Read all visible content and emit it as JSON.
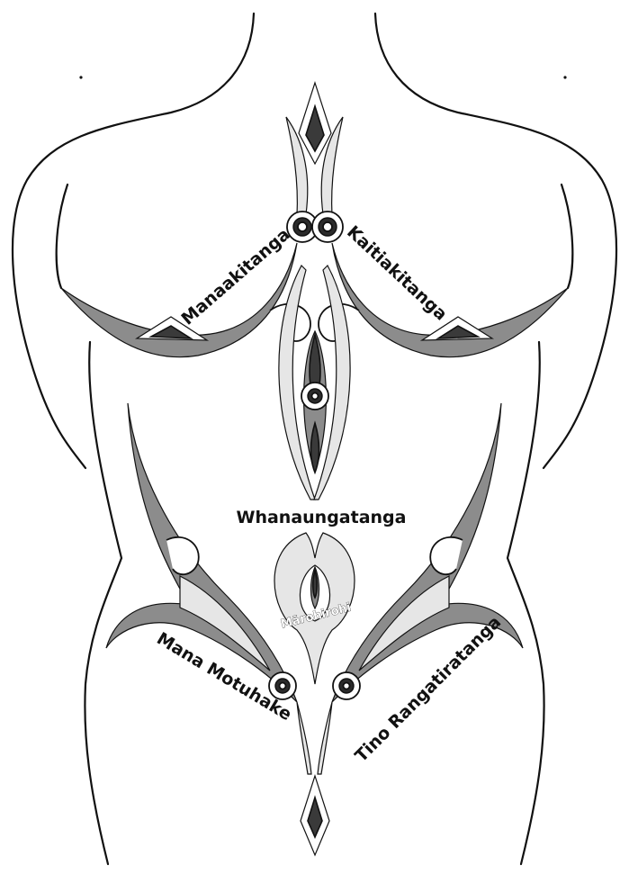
{
  "labels": {
    "manaakitanga": "Manaakitanga",
    "kaitiakitanga": "Kaitiakitanga",
    "whanaungatanga": "Whanaungatanga",
    "marohirohi": "Mārohirohi",
    "mana_motuhake": "Mana Motuhake",
    "tino_rangatiratanga": "Tino Rangatiratanga"
  },
  "colors": {
    "ink": "#111111",
    "shade_dark": "#3a3a3a",
    "shade_mid": "#8c8c8c",
    "shade_light": "#e6e6e6",
    "background": "#ffffff"
  }
}
